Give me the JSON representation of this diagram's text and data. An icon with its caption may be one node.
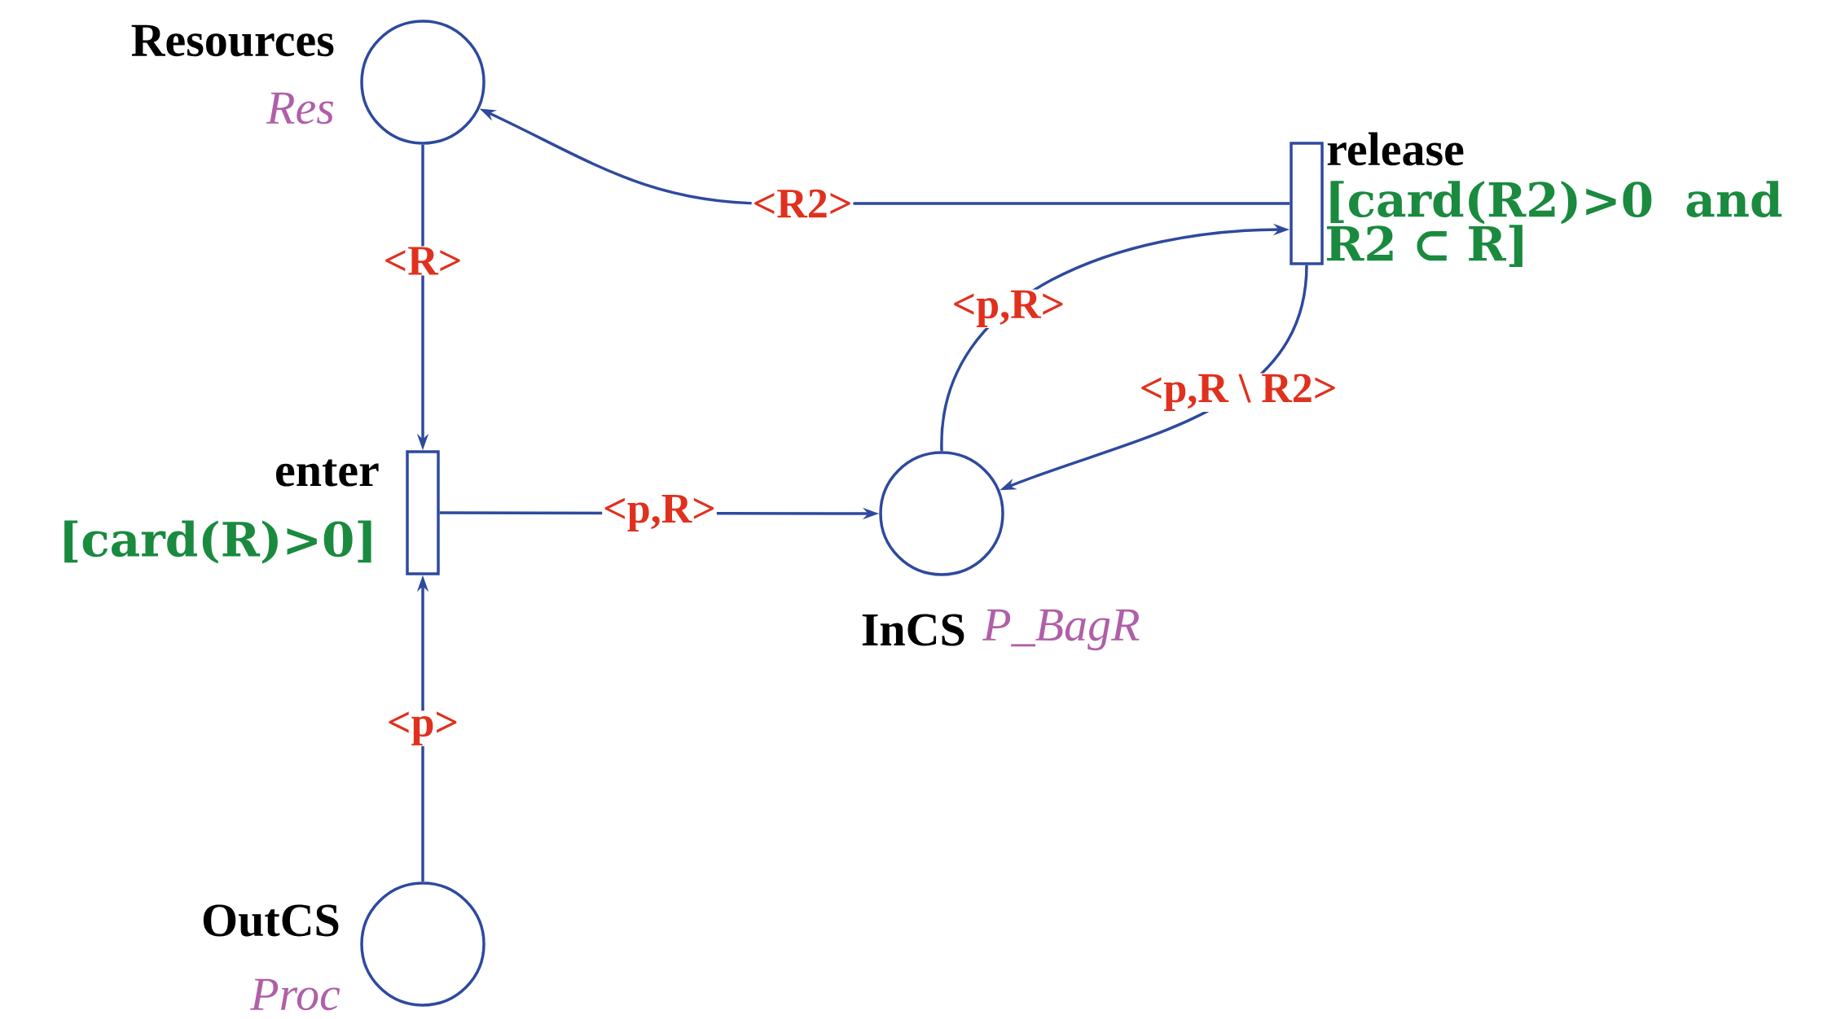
{
  "diagram": {
    "nodes": [
      {
        "text": [
          "Resources",
          "Res"
        ]
      },
      {
        "text": [
          "release",
          "[card(R2)>0 and R2 ⊂ R]"
        ]
      },
      {
        "text": [
          "enter",
          "[card(R)>0]"
        ]
      },
      {
        "text": [
          "InCS",
          "P_BagR"
        ]
      },
      {
        "text": [
          "OutCS",
          "Proc"
        ]
      }
    ],
    "edges": [
      {
        "from": 0,
        "to": 2,
        "arrow": "to",
        "label": "<R>"
      },
      {
        "from": 1,
        "to": 0,
        "arrow": "to",
        "label": "<R2>"
      },
      {
        "from": 3,
        "to": 1,
        "arrow": "to",
        "label": "<p,R>"
      },
      {
        "from": 1,
        "to": 3,
        "arrow": "to",
        "label": "<p,R \\ R2>"
      },
      {
        "from": 2,
        "to": 3,
        "arrow": "to",
        "label": "<p,R>"
      },
      {
        "from": 4,
        "to": 2,
        "arrow": "to",
        "label": "<p>"
      }
    ]
  }
}
